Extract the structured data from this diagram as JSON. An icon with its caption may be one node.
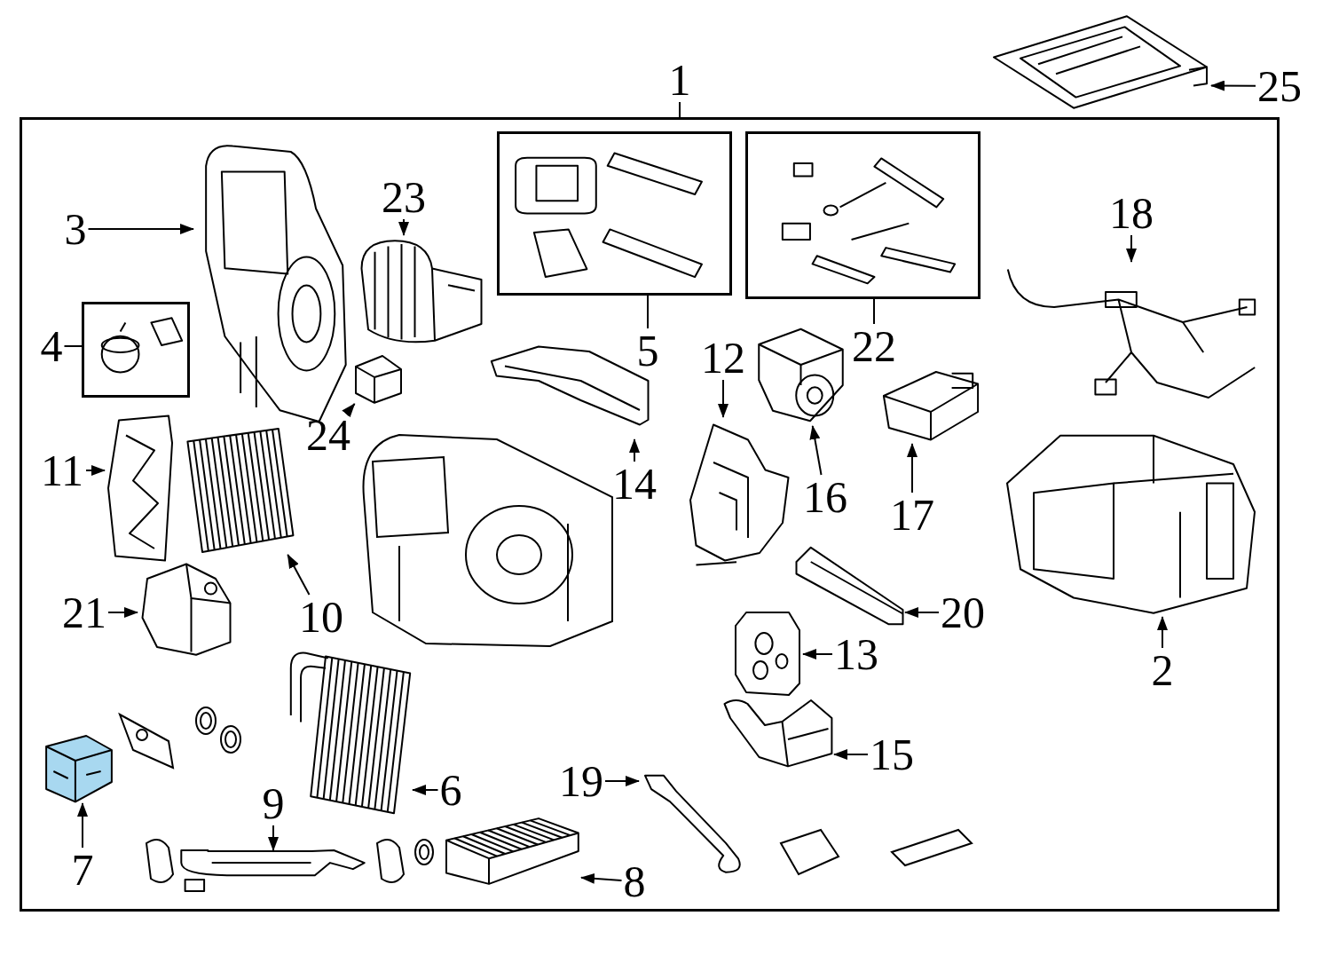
{
  "diagram": {
    "nodes": [
      {
        "text": [],
        "shape": "box"
      },
      {
        "text": [
          "1"
        ]
      },
      {
        "text": [
          "25"
        ]
      },
      {
        "text": [],
        "shape": "picture"
      },
      {
        "text": [
          "3"
        ],
        "in": 0
      },
      {
        "text": [],
        "shape": "picture",
        "in": 0
      },
      {
        "text": [
          "23"
        ],
        "in": 0
      },
      {
        "text": [],
        "shape": "picture",
        "in": 0
      },
      {
        "text": [
          "5"
        ],
        "in": 0
      },
      {
        "text": [],
        "shape": "box",
        "in": 0
      },
      {
        "text": [
          "22"
        ],
        "in": 0
      },
      {
        "text": [],
        "shape": "box",
        "in": 0
      },
      {
        "text": [
          "18"
        ],
        "in": 0
      },
      {
        "text": [],
        "shape": "picture",
        "in": 0
      },
      {
        "text": [
          "4"
        ],
        "in": 0
      },
      {
        "text": [],
        "shape": "box",
        "in": 0
      },
      {
        "text": [
          "12"
        ],
        "in": 0
      },
      {
        "text": [],
        "shape": "picture",
        "in": 0
      },
      {
        "text": [
          "24"
        ],
        "in": 0
      },
      {
        "text": [],
        "shape": "picture",
        "in": 0
      },
      {
        "text": [
          "14"
        ],
        "in": 0
      },
      {
        "text": [],
        "shape": "picture",
        "in": 0
      },
      {
        "text": [
          "16"
        ],
        "in": 0
      },
      {
        "text": [],
        "shape": "picture",
        "in": 0
      },
      {
        "text": [
          "17"
        ],
        "in": 0
      },
      {
        "text": [],
        "shape": "picture",
        "in": 0
      },
      {
        "text": [
          "11"
        ],
        "in": 0
      },
      {
        "text": [],
        "shape": "picture",
        "in": 0
      },
      {
        "text": [
          "10"
        ],
        "in": 0
      },
      {
        "text": [],
        "shape": "picture",
        "in": 0
      },
      {
        "text": [
          "21"
        ],
        "in": 0
      },
      {
        "text": [],
        "shape": "picture",
        "in": 0
      },
      {
        "text": [
          "20"
        ],
        "in": 0
      },
      {
        "text": [],
        "shape": "picture",
        "in": 0
      },
      {
        "text": [
          "2"
        ],
        "in": 0
      },
      {
        "text": [],
        "shape": "picture",
        "in": 0
      },
      {
        "text": [
          "13"
        ],
        "in": 0
      },
      {
        "text": [],
        "shape": "picture",
        "in": 0
      },
      {
        "text": [
          "6"
        ],
        "in": 0
      },
      {
        "text": [],
        "shape": "picture",
        "in": 0
      },
      {
        "text": [
          "19"
        ],
        "in": 0
      },
      {
        "text": [],
        "shape": "picture",
        "in": 0
      },
      {
        "text": [
          "9"
        ],
        "in": 0
      },
      {
        "text": [],
        "shape": "picture",
        "in": 0
      },
      {
        "text": [
          "15"
        ],
        "in": 0
      },
      {
        "text": [],
        "shape": "picture",
        "in": 0
      },
      {
        "text": [
          "7"
        ],
        "in": 0
      },
      {
        "text": [],
        "shape": "picture",
        "in": 0
      },
      {
        "text": [
          "8"
        ],
        "in": 0
      },
      {
        "text": [],
        "shape": "picture",
        "in": 0
      }
    ],
    "edges": [
      {
        "from": 1,
        "to": 0,
        "arrow": "none"
      },
      {
        "from": 2,
        "to": 3,
        "arrow": "to"
      },
      {
        "from": 4,
        "to": 5,
        "arrow": "to"
      },
      {
        "from": 6,
        "to": 7,
        "arrow": "to"
      },
      {
        "from": 8,
        "to": 9,
        "arrow": "none"
      },
      {
        "from": 10,
        "to": 11,
        "arrow": "none"
      },
      {
        "from": 12,
        "to": 13,
        "arrow": "to"
      },
      {
        "from": 14,
        "to": 15,
        "arrow": "none"
      },
      {
        "from": 16,
        "to": 17,
        "arrow": "to"
      },
      {
        "from": 18,
        "to": 19,
        "arrow": "to"
      },
      {
        "from": 20,
        "to": 21,
        "arrow": "to"
      },
      {
        "from": 22,
        "to": 23,
        "arrow": "to"
      },
      {
        "from": 24,
        "to": 25,
        "arrow": "to"
      },
      {
        "from": 26,
        "to": 27,
        "arrow": "to"
      },
      {
        "from": 28,
        "to": 29,
        "arrow": "to"
      },
      {
        "from": 30,
        "to": 31,
        "arrow": "to"
      },
      {
        "from": 32,
        "to": 33,
        "arrow": "to"
      },
      {
        "from": 34,
        "to": 35,
        "arrow": "to"
      },
      {
        "from": 36,
        "to": 37,
        "arrow": "to"
      },
      {
        "from": 38,
        "to": 39,
        "arrow": "to"
      },
      {
        "from": 40,
        "to": 41,
        "arrow": "to"
      },
      {
        "from": 42,
        "to": 43,
        "arrow": "to"
      },
      {
        "from": 44,
        "to": 45,
        "arrow": "to"
      },
      {
        "from": 46,
        "to": 47,
        "arrow": "to"
      },
      {
        "from": 48,
        "to": 49,
        "arrow": "to"
      }
    ]
  }
}
